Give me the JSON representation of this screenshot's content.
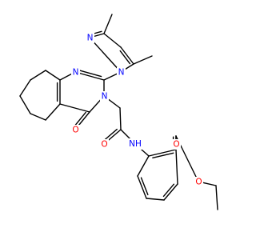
{
  "colors": {
    "bond": "#000000",
    "nitrogen": "#0000ff",
    "oxygen": "#ff0000",
    "background": "#ffffff"
  },
  "atoms": {
    "n_pyrazole_top": {
      "text": "N",
      "element": "nitrogen"
    },
    "n_pyrazole_attached": {
      "text": "N",
      "element": "nitrogen"
    },
    "n_quinazoline_top": {
      "text": "N",
      "element": "nitrogen"
    },
    "n_quinazoline_ring": {
      "text": "N",
      "element": "nitrogen"
    },
    "o_ketone": {
      "text": "O",
      "element": "oxygen"
    },
    "o_amide": {
      "text": "O",
      "element": "oxygen"
    },
    "nh_amide": {
      "text": "NH",
      "element": "nitrogen"
    },
    "o_ester_carbonyl": {
      "text": "O",
      "element": "oxygen"
    },
    "o_ester_ether": {
      "text": "O",
      "element": "oxygen"
    }
  }
}
